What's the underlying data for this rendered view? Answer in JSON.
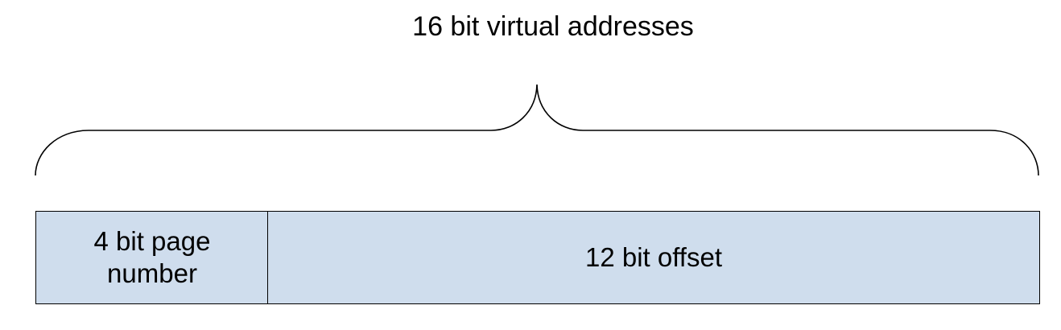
{
  "diagram": {
    "title": "16 bit virtual addresses",
    "fields": [
      {
        "label": "4 bit page number",
        "bits": 4
      },
      {
        "label": "12 bit offset",
        "bits": 12
      }
    ],
    "colors": {
      "field_fill": "#cfdded",
      "stroke": "#000000",
      "background": "#ffffff"
    }
  }
}
